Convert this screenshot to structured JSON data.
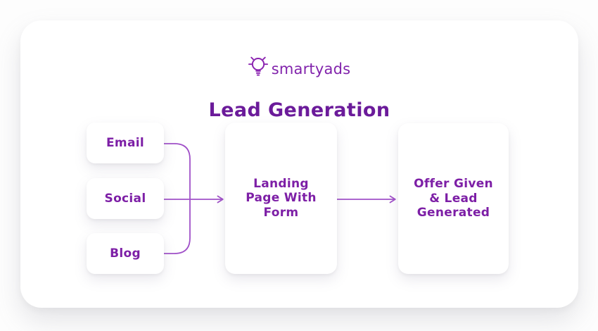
{
  "logo": {
    "brand": "smartyads",
    "icon": "lightbulb-icon"
  },
  "title": "Lead Generation",
  "colors": {
    "title": "#6b1b9a",
    "node_label": "#7d1fa6",
    "logo": "#8224ac",
    "connector": "#a050c8",
    "card_background": "#ffffff",
    "page_background": "#fdfdfd"
  },
  "diagram": {
    "sources": [
      {
        "label": "Email"
      },
      {
        "label": "Social"
      },
      {
        "label": "Blog"
      }
    ],
    "stages": [
      {
        "label": "Landing Page With Form",
        "lines": [
          "Landing",
          "Page With",
          "Form"
        ]
      },
      {
        "label": "Offer Given & Lead Generated",
        "lines": [
          "Offer Given",
          "& Lead",
          "Generated"
        ]
      }
    ]
  }
}
